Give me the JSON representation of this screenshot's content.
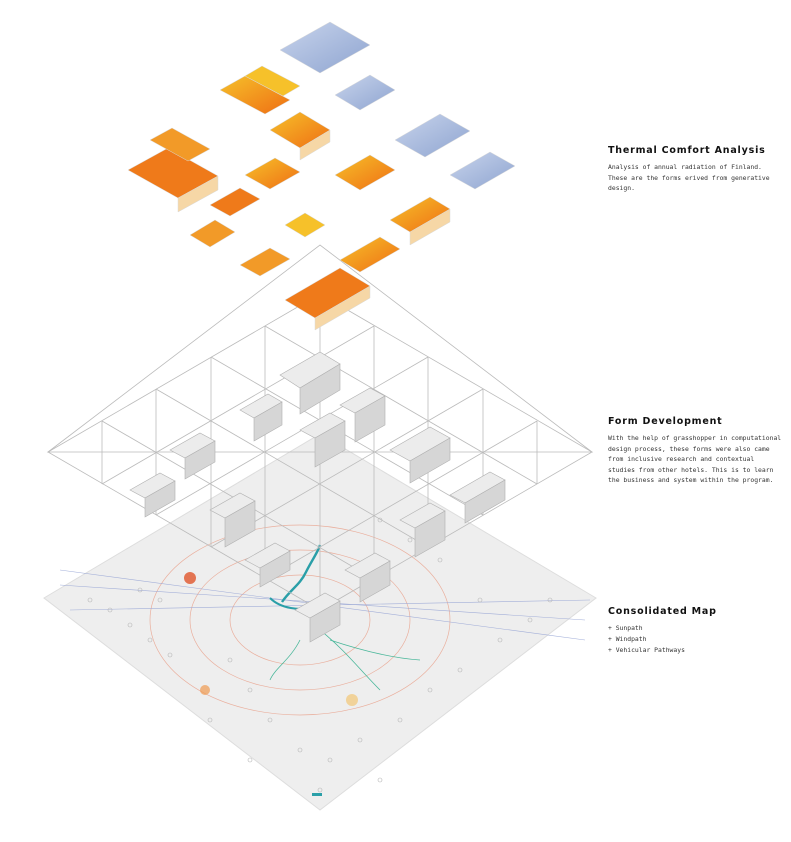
{
  "panels": {
    "thermal": {
      "title": "Thermal Comfort Analysis",
      "body": "Analysis of annual radiation of Finland. These are the forms erived from generative design."
    },
    "form": {
      "title": "Form Development",
      "body": "With the help of grasshopper in computational design process, these forms were also came from inclusive research and contextual studies from other hotels. This is to learn the business and system within the program."
    },
    "map": {
      "title": "Consolidated Map",
      "items": [
        "+ Sunpath",
        "+ Windpath",
        "+ Vehicular Pathways"
      ]
    }
  },
  "colors": {
    "hot": "#ef7a1a",
    "warm": "#f6c12a",
    "cool": "#a7b9dc",
    "mass": "#e9e9e9",
    "grid": "#b9b9b9",
    "map": "#eeeeee",
    "road": "#2a9fa8",
    "sun": "#e08a6a",
    "wind": "#8f9fd0"
  }
}
